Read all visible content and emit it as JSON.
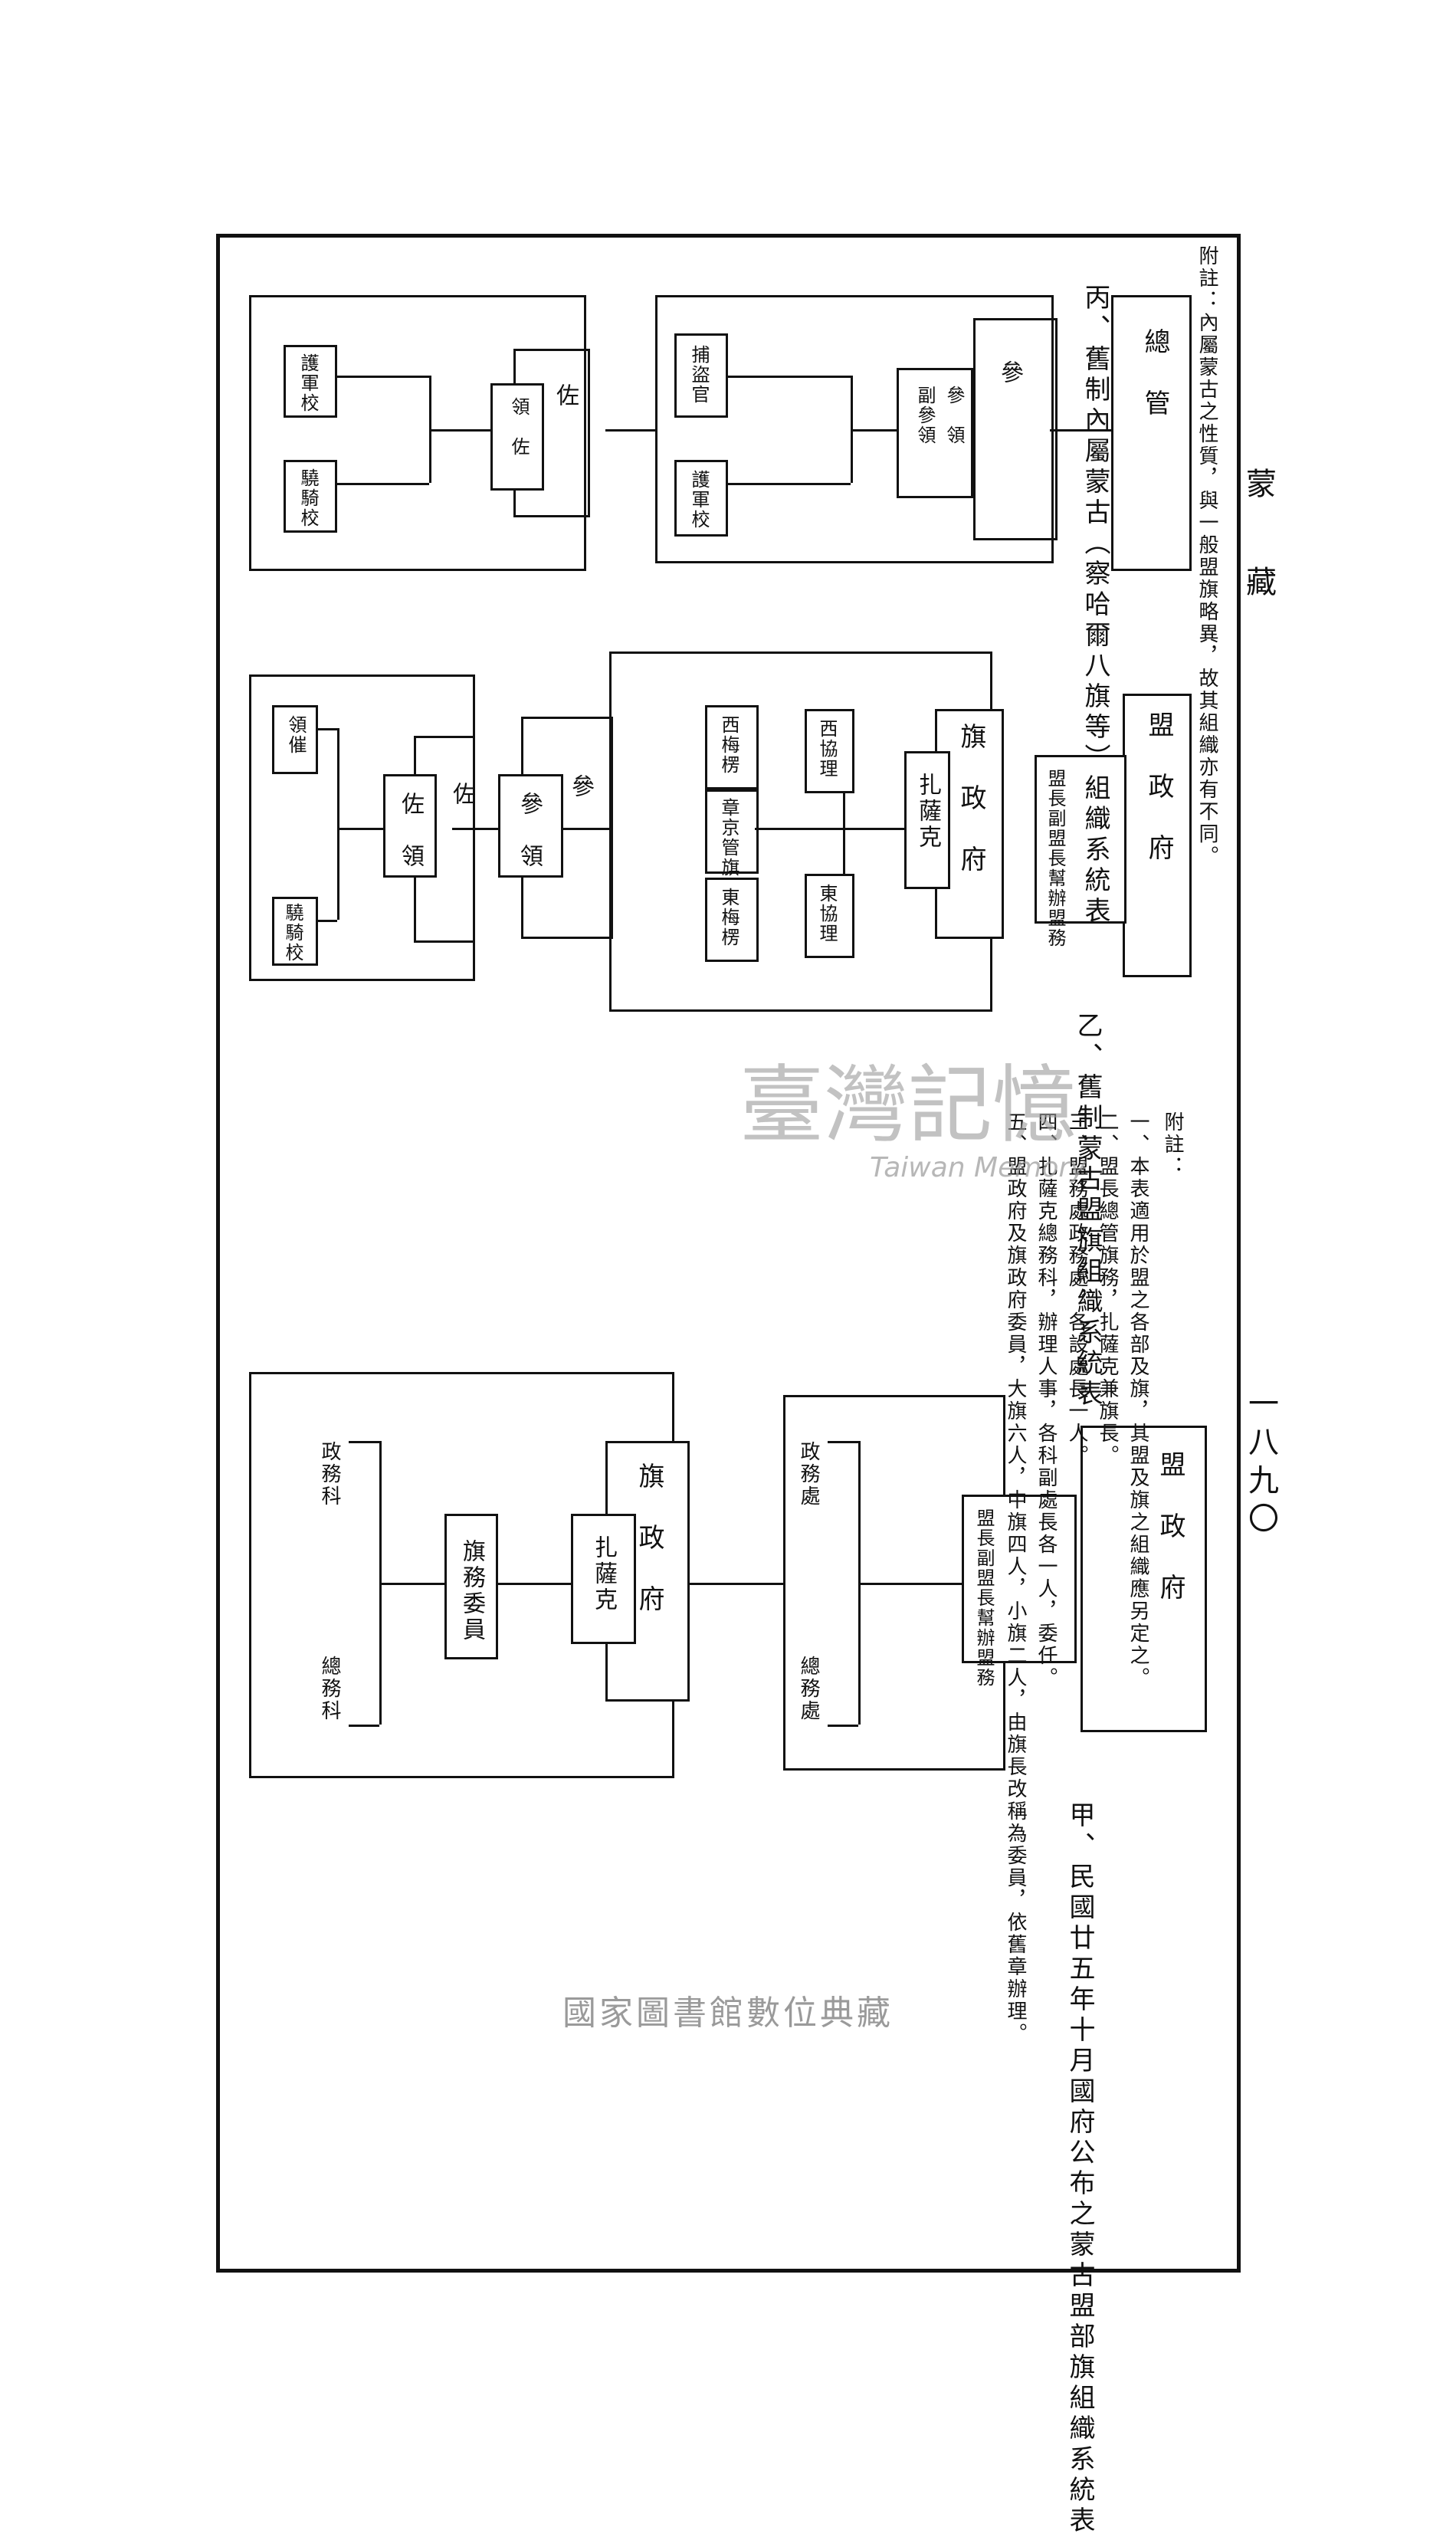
{
  "running_head": "蒙　藏",
  "page_number": "一八九〇",
  "footer": "國家圖書館數位典藏",
  "watermark": {
    "main": "臺灣記憶",
    "sub": "Taiwan Memory"
  },
  "table_a": {
    "title": "甲、民國廿五年十月國府公布之蒙古盟部旗組織系統表",
    "league_gov": "盟　政　府",
    "league_chiefs": "盟長副盟長幫辦盟務",
    "league_office_left": "政務處",
    "league_office_right": "總務處",
    "banner_gov": "旗　政　府",
    "jasak": "扎薩克",
    "banner_committee": "旗務委員",
    "banner_sec_left": "政務科",
    "banner_sec_right": "總務科"
  },
  "notes_a": {
    "heading": "附註：",
    "items": [
      "一、本表適用於盟之各部及旗，其盟及旗之組織應另定之。",
      "二、盟長總管旗務，扎薩克兼旗長。",
      "三、盟務處政務處，各設處長一人。",
      "四、扎薩克總務科，辦理人事，各科副處長各一人，委任。",
      "五、盟政府及旗政府委員，大旗六人，中旗四人，小旗二人，由旗長改稱為委員，依舊章辦理。"
    ]
  },
  "table_b": {
    "title": "乙、舊制蒙古盟旗組織系統表",
    "league_gov": "盟　政　府",
    "league_chiefs": "盟長副盟長幫辦盟務",
    "banner_gov": "旗　政　府",
    "jasak": "扎薩克",
    "east_xieli": "東協理",
    "west_xieli": "西協理",
    "east_meilun": "東梅楞",
    "west_meilun": "西梅楞",
    "zhangjing": "章京管旗",
    "canling_upper": "參　　",
    "canling": "參　領",
    "zuoling_upper": "佐　　",
    "zuoling": "佐　領",
    "xiaoqi": "驍騎校",
    "lingcui": "領催"
  },
  "table_c": {
    "title": "丙、舊制內屬蒙古（察哈爾八旗等）組織系統表",
    "dutong": "總　管",
    "canling_upper": "參　　",
    "canling": "副參領",
    "canling_main": "參　領",
    "right_cmd": "護軍校",
    "left_cmd": "捕盜官",
    "zuoling_upper": "佐　　",
    "zuoling": "領　佐",
    "xiaoqi": "驍騎校",
    "hujun": "護軍校"
  },
  "notes_c": "附註：內屬蒙古之性質，與一般盟旗略異，故其組織亦有不同。"
}
